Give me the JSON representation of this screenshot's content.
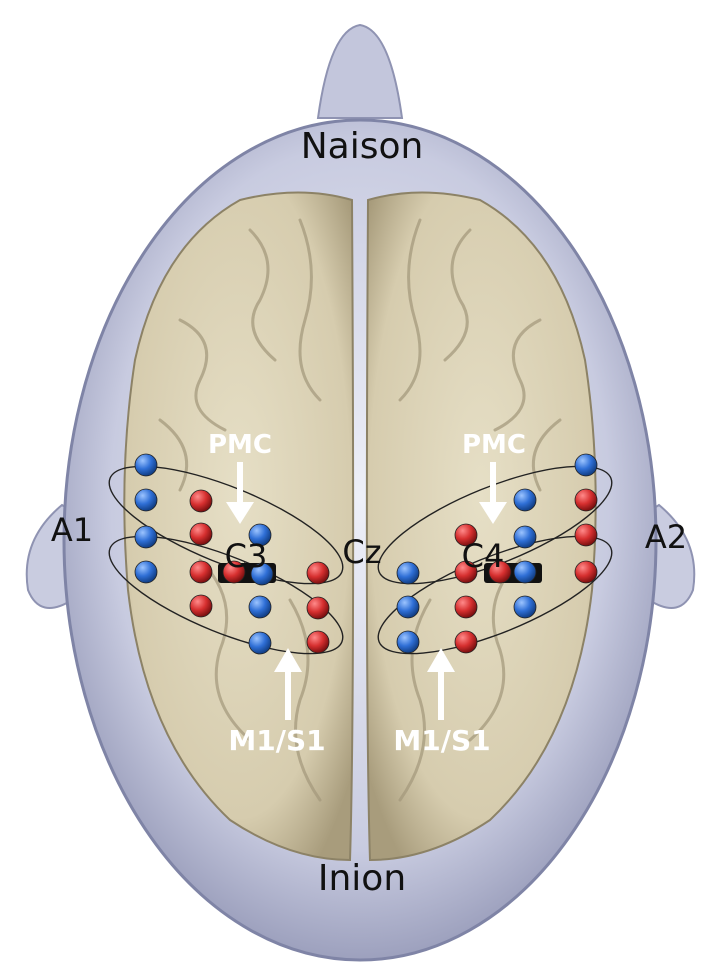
{
  "labels": {
    "nasion": "Naison",
    "inion": "Inion",
    "a1": "A1",
    "a2": "A2",
    "cz": "Cz",
    "c3": "C3",
    "c4": "C4",
    "pmc_left": "PMC",
    "pmc_right": "PMC",
    "m1s1_left": "M1/S1",
    "m1s1_right": "M1/S1"
  },
  "colors": {
    "source_optode": "#d62f2f",
    "detector_optode": "#2f6fd6",
    "head": "#b9bdd6",
    "brain": "#d9d0b4",
    "reference_marker": "#111111",
    "arrow": "#ffffff"
  }
}
